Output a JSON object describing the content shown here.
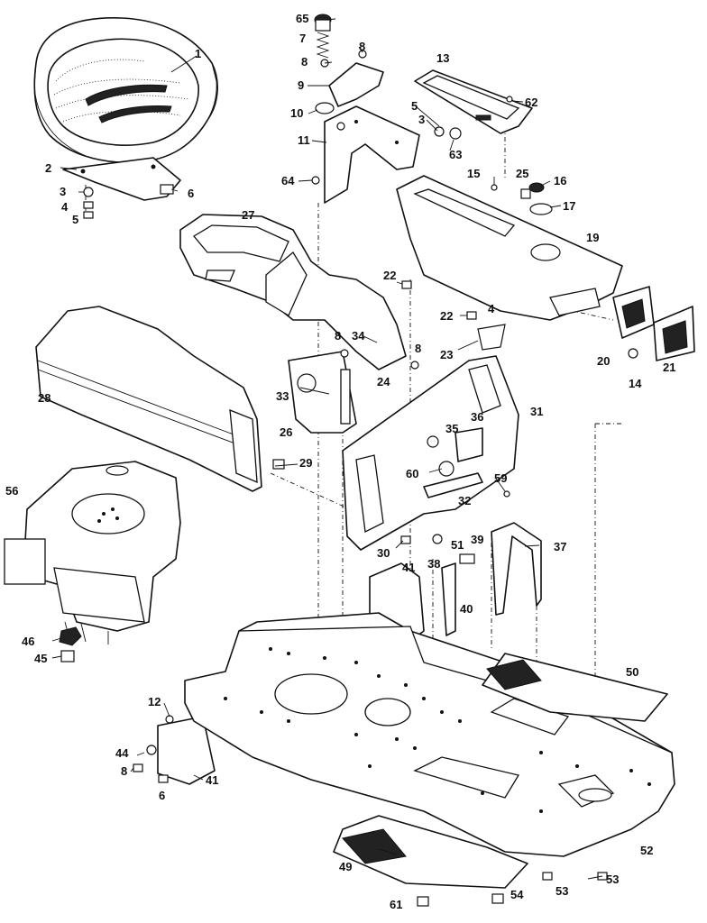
{
  "callouts": [
    {
      "id": "c65",
      "text": "65"
    },
    {
      "id": "c7",
      "text": "7"
    },
    {
      "id": "c8a",
      "text": "8"
    },
    {
      "id": "c8b",
      "text": "8"
    },
    {
      "id": "c9",
      "text": "9"
    },
    {
      "id": "c10",
      "text": "10"
    },
    {
      "id": "c1",
      "text": "1"
    },
    {
      "id": "c13",
      "text": "13"
    },
    {
      "id": "c62",
      "text": "62"
    },
    {
      "id": "c5a",
      "text": "5"
    },
    {
      "id": "c3a",
      "text": "3"
    },
    {
      "id": "c63",
      "text": "63"
    },
    {
      "id": "c11",
      "text": "11"
    },
    {
      "id": "c2",
      "text": "2"
    },
    {
      "id": "c3b",
      "text": "3"
    },
    {
      "id": "c6a",
      "text": "6"
    },
    {
      "id": "c4a",
      "text": "4"
    },
    {
      "id": "c5b",
      "text": "5"
    },
    {
      "id": "c64",
      "text": "64"
    },
    {
      "id": "c15",
      "text": "15"
    },
    {
      "id": "c25",
      "text": "25"
    },
    {
      "id": "c16",
      "text": "16"
    },
    {
      "id": "c17",
      "text": "17"
    },
    {
      "id": "c27",
      "text": "27"
    },
    {
      "id": "c19",
      "text": "19"
    },
    {
      "id": "c22a",
      "text": "22"
    },
    {
      "id": "c22b",
      "text": "22"
    },
    {
      "id": "c4b",
      "text": "4"
    },
    {
      "id": "c23",
      "text": "23"
    },
    {
      "id": "c8c",
      "text": "8"
    },
    {
      "id": "c34",
      "text": "34"
    },
    {
      "id": "c8d",
      "text": "8"
    },
    {
      "id": "c20",
      "text": "20"
    },
    {
      "id": "c14",
      "text": "14"
    },
    {
      "id": "c21",
      "text": "21"
    },
    {
      "id": "c33",
      "text": "33"
    },
    {
      "id": "c24",
      "text": "24"
    },
    {
      "id": "c28",
      "text": "28"
    },
    {
      "id": "c31",
      "text": "31"
    },
    {
      "id": "c26",
      "text": "26"
    },
    {
      "id": "c36",
      "text": "36"
    },
    {
      "id": "c35",
      "text": "35"
    },
    {
      "id": "c29",
      "text": "29"
    },
    {
      "id": "c56",
      "text": "56"
    },
    {
      "id": "c60",
      "text": "60"
    },
    {
      "id": "c59",
      "text": "59"
    },
    {
      "id": "c32",
      "text": "32"
    },
    {
      "id": "c39",
      "text": "39"
    },
    {
      "id": "c37",
      "text": "37"
    },
    {
      "id": "c30",
      "text": "30"
    },
    {
      "id": "c38",
      "text": "38"
    },
    {
      "id": "c51",
      "text": "51"
    },
    {
      "id": "c41a",
      "text": "41"
    },
    {
      "id": "c40",
      "text": "40"
    },
    {
      "id": "c46",
      "text": "46"
    },
    {
      "id": "c45",
      "text": "45"
    },
    {
      "id": "c50",
      "text": "50"
    },
    {
      "id": "c12",
      "text": "12"
    },
    {
      "id": "c44",
      "text": "44"
    },
    {
      "id": "c8e",
      "text": "8"
    },
    {
      "id": "c41b",
      "text": "41"
    },
    {
      "id": "c6b",
      "text": "6"
    },
    {
      "id": "c52",
      "text": "52"
    },
    {
      "id": "c49",
      "text": "49"
    },
    {
      "id": "c53a",
      "text": "53"
    },
    {
      "id": "c53b",
      "text": "53"
    },
    {
      "id": "c61",
      "text": "61"
    },
    {
      "id": "c54",
      "text": "54"
    }
  ]
}
